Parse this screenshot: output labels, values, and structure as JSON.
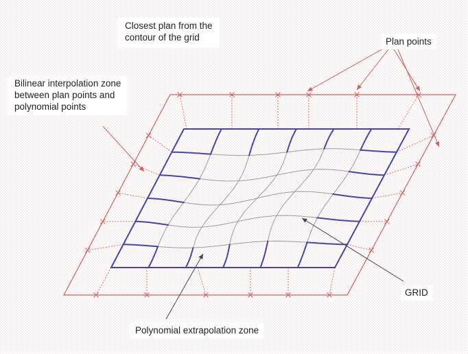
{
  "labels": {
    "closest_plan": [
      "Closest plan from the",
      "contour of the grid"
    ],
    "plan_points": "Plan points",
    "bilinear": [
      "Bilinear interpolation zone",
      "between plan points and",
      "polynomial points"
    ],
    "grid": "GRID",
    "polynomial": "Polynomial extrapolation zone"
  },
  "colors": {
    "plan_red": "#d06060",
    "hatch_pink": "#f1dede",
    "grid_blue": "#4444aa",
    "grid_gray": "#9a9a9a",
    "pointer_gray": "#444455"
  }
}
